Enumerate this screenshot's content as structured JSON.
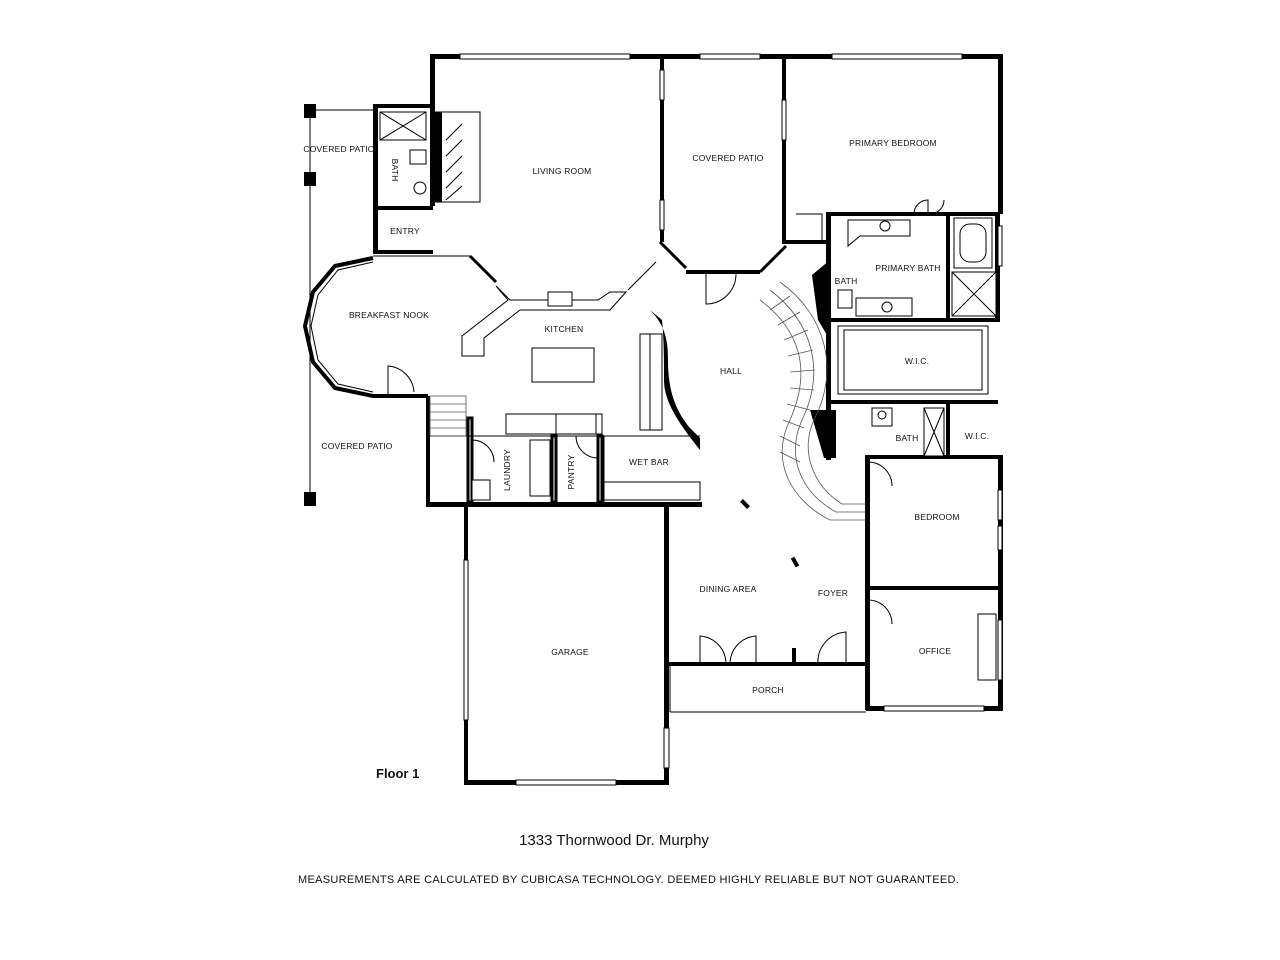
{
  "floor_label": "Floor 1",
  "address": "1333 Thornwood Dr. Murphy",
  "disclaimer": "MEASUREMENTS ARE CALCULATED BY CUBICASA TECHNOLOGY. DEEMED HIGHLY RELIABLE BUT NOT GUARANTEED.",
  "rooms": {
    "covered_patio_nw": "COVERED PATIO",
    "bath_nw": "BATH",
    "entry": "ENTRY",
    "living_room": "LIVING ROOM",
    "covered_patio_n": "COVERED PATIO",
    "primary_bedroom": "PRIMARY BEDROOM",
    "primary_bath": "PRIMARY BATH",
    "bath_small": "BATH",
    "breakfast_nook": "BREAKFAST NOOK",
    "kitchen": "KITCHEN",
    "hall": "HALL",
    "wic_primary": "W.I.C.",
    "covered_patio_sw": "COVERED PATIO",
    "laundry": "LAUNDRY",
    "pantry": "PANTRY",
    "wet_bar": "WET BAR",
    "bath_e": "BATH",
    "wic_e": "W.I.C.",
    "bedroom": "BEDROOM",
    "dining_area": "DINING AREA",
    "foyer": "FOYER",
    "garage": "GARAGE",
    "office": "OFFICE",
    "porch": "PORCH"
  }
}
